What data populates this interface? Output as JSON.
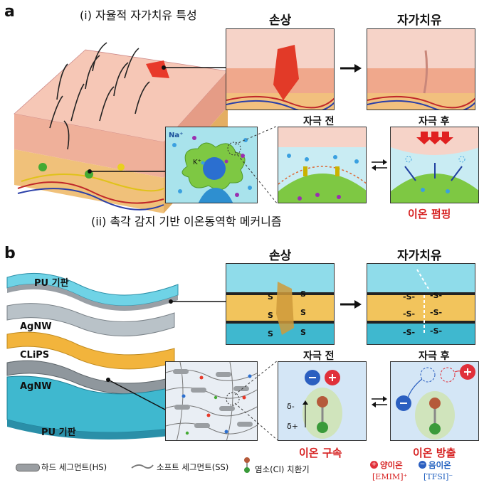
{
  "panel_a": {
    "letter": "a",
    "feature_i": "(i) 자율적 자가치유 특성",
    "feature_ii": "(ii) 촉각 감지 기반 이온동역학 메커니즘",
    "header_damage": "손상",
    "header_selfheal": "자가치유",
    "before_stim": "자극 전",
    "after_stim": "자극 후",
    "ion_pumping": "이온 펌핑",
    "na_label": "Na⁺",
    "k_label": "K⁺"
  },
  "panel_b": {
    "letter": "b",
    "header_damage": "손상",
    "header_selfheal": "자가치유",
    "before_stim": "자극 전",
    "after_stim": "자극 후",
    "layers": [
      "PU 기판",
      "AgNW",
      "CLiPS",
      "AgNW",
      "PU 기판"
    ],
    "s_bond": "S",
    "s_chain": "-S-",
    "delta_minus": "δ-",
    "delta_plus": "δ+",
    "ion_binding": "이온 구속",
    "ion_release": "이온 방출",
    "cation": "양이온",
    "anion": "음이온",
    "emim": "[EMIM]⁺",
    "tfsi": "[TFSI]⁻"
  },
  "legend": {
    "hard": "하드 세그먼트(HS)",
    "soft": "소프트 세그먼트(SS)",
    "chlorine": "염소(Cl) 치환기"
  },
  "colors": {
    "skin": "#f2b9a6",
    "blue_layer": "#3fb8cf",
    "yellow_layer": "#f2b43c",
    "red_accent": "#d62020",
    "blue_accent": "#1f5fbf"
  }
}
